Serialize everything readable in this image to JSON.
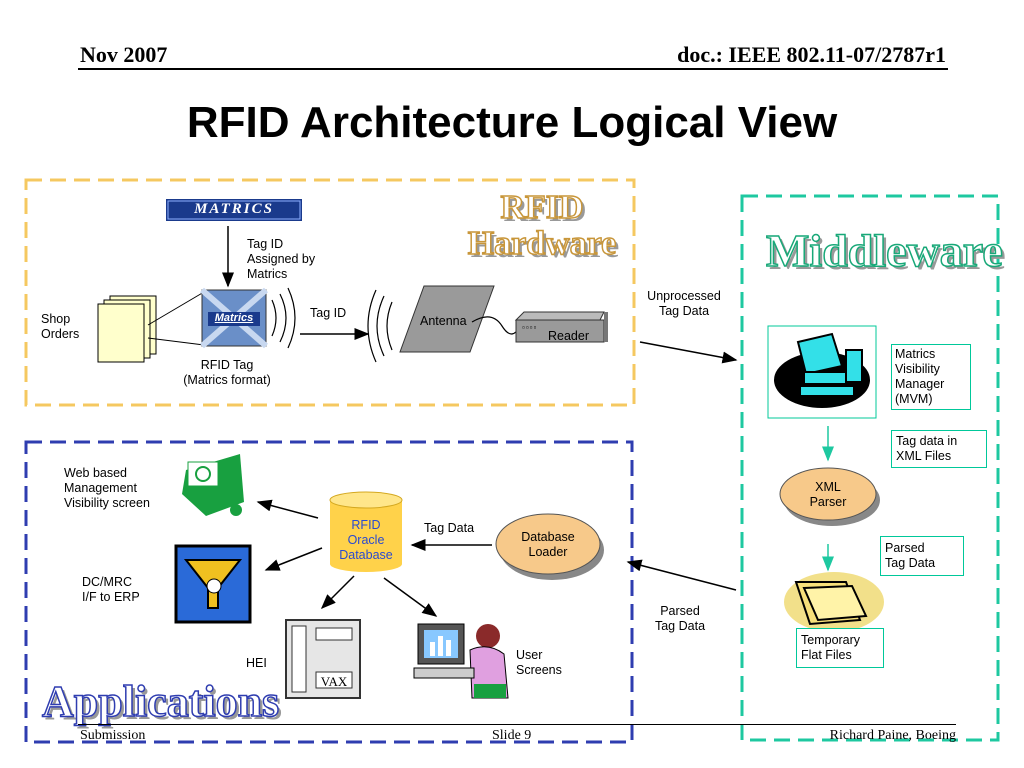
{
  "header": {
    "date": "Nov 2007",
    "doc": "doc.: IEEE 802.11-07/2787r1"
  },
  "title": "RFID Architecture Logical View",
  "sections": {
    "hardware": {
      "line1": "RFID",
      "line2": "Hardware"
    },
    "middleware": "Middleware",
    "applications": "Applications"
  },
  "hardware": {
    "logo": "MATRICS",
    "tag_text": "Matrics",
    "tag_assigned": [
      "Tag ID",
      "Assigned by",
      "Matrics"
    ],
    "shop_orders": [
      "Shop",
      "Orders"
    ],
    "rfid_tag": [
      "RFID Tag",
      "(Matrics format)"
    ],
    "tag_id": "Tag ID",
    "antenna": "Antenna",
    "reader": "Reader"
  },
  "middleware": {
    "unprocessed": [
      "Unprocessed",
      "Tag Data"
    ],
    "mvm": [
      "Matrics",
      "Visibility",
      "Manager",
      "(MVM)"
    ],
    "xml_files": [
      "Tag data in",
      "XML Files"
    ],
    "xml_parser": [
      "XML",
      "Parser"
    ],
    "parsed_box": [
      "Parsed",
      "Tag Data"
    ],
    "temp_files": [
      "Temporary",
      "Flat Files"
    ],
    "parsed_out": [
      "Parsed",
      "Tag Data"
    ]
  },
  "applications": {
    "web": [
      "Web based",
      "Management",
      "Visibility screen"
    ],
    "database": [
      "RFID",
      "Oracle",
      "Database"
    ],
    "tag_data": "Tag Data",
    "loader": [
      "Database",
      "Loader"
    ],
    "dcmrc": [
      "DC/MRC",
      "I/F to ERP"
    ],
    "hei": "HEI",
    "vax": "VAX",
    "user_screens": [
      "User",
      "Screens"
    ]
  },
  "footer": {
    "left": "Submission",
    "center": "Slide 9",
    "right": "Richard Paine, Boeing"
  },
  "colors": {
    "hardware_border": "#f5c860",
    "middleware_border": "#1ec8a0",
    "apps_border": "#2f3db0",
    "icon_cyan": "#33e0e8",
    "database": "#ffd24a",
    "cloud": "#f7c98a"
  }
}
